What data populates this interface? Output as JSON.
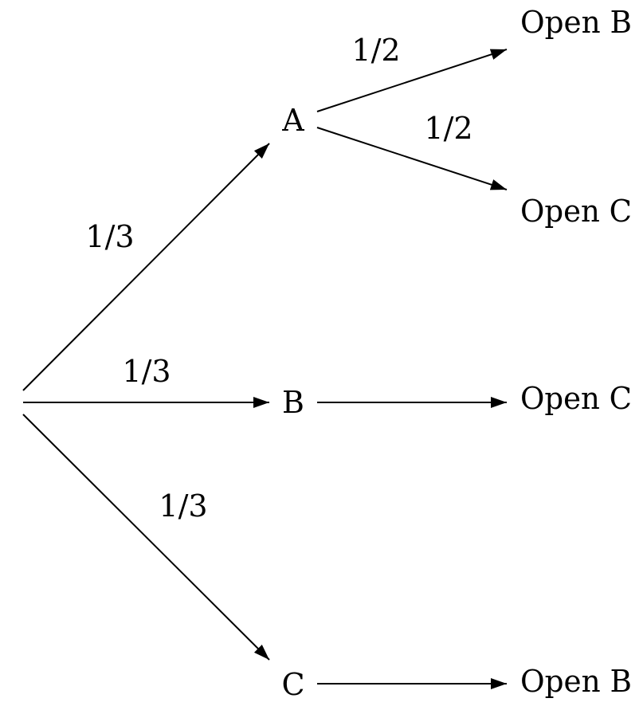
{
  "diagram": {
    "nodes": {
      "a": "A",
      "b": "B",
      "c": "C",
      "a_open_b": "Open B",
      "a_open_c": "Open C",
      "b_open_c": "Open C",
      "c_open_b": "Open B"
    },
    "edge_labels": {
      "root_to_a": "1/3",
      "root_to_b": "1/3",
      "root_to_c": "1/3",
      "a_to_open_b": "1/2",
      "a_to_open_c": "1/2"
    }
  }
}
